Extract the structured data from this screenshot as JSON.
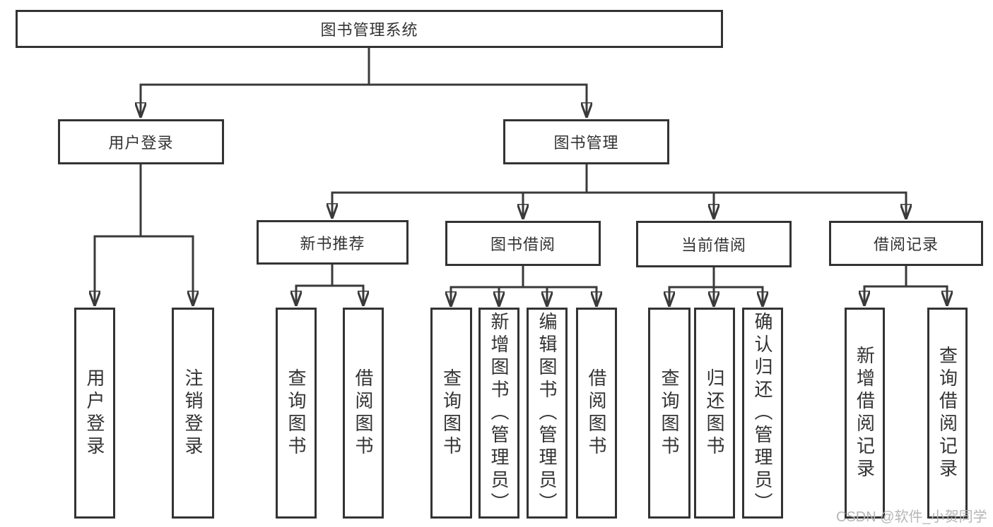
{
  "tree": {
    "root": {
      "label": "图书管理系统",
      "children": [
        {
          "label": "用户登录",
          "children": [
            {
              "label": "用户登录"
            },
            {
              "label": "注销登录"
            }
          ]
        },
        {
          "label": "图书管理",
          "children": [
            {
              "label": "新书推荐",
              "children": [
                {
                  "label": "查询图书"
                },
                {
                  "label": "借阅图书"
                }
              ]
            },
            {
              "label": "图书借阅",
              "children": [
                {
                  "label": "查询图书"
                },
                {
                  "label": "新增图书（管理员）"
                },
                {
                  "label": "编辑图书（管理员）"
                },
                {
                  "label": "借阅图书"
                }
              ]
            },
            {
              "label": "当前借阅",
              "children": [
                {
                  "label": "查询图书"
                },
                {
                  "label": "归还图书"
                },
                {
                  "label": "确认归还（管理员）"
                }
              ]
            },
            {
              "label": "借阅记录",
              "children": [
                {
                  "label": "新增借阅记录"
                },
                {
                  "label": "查询借阅记录"
                }
              ]
            }
          ]
        }
      ]
    }
  },
  "watermark": "CSDN @软件_小贺同学",
  "colors": {
    "line": "#3a3a3a",
    "box_border": "#333333",
    "text": "#333333",
    "background": "#ffffff",
    "watermark": "#b2b2b2"
  }
}
